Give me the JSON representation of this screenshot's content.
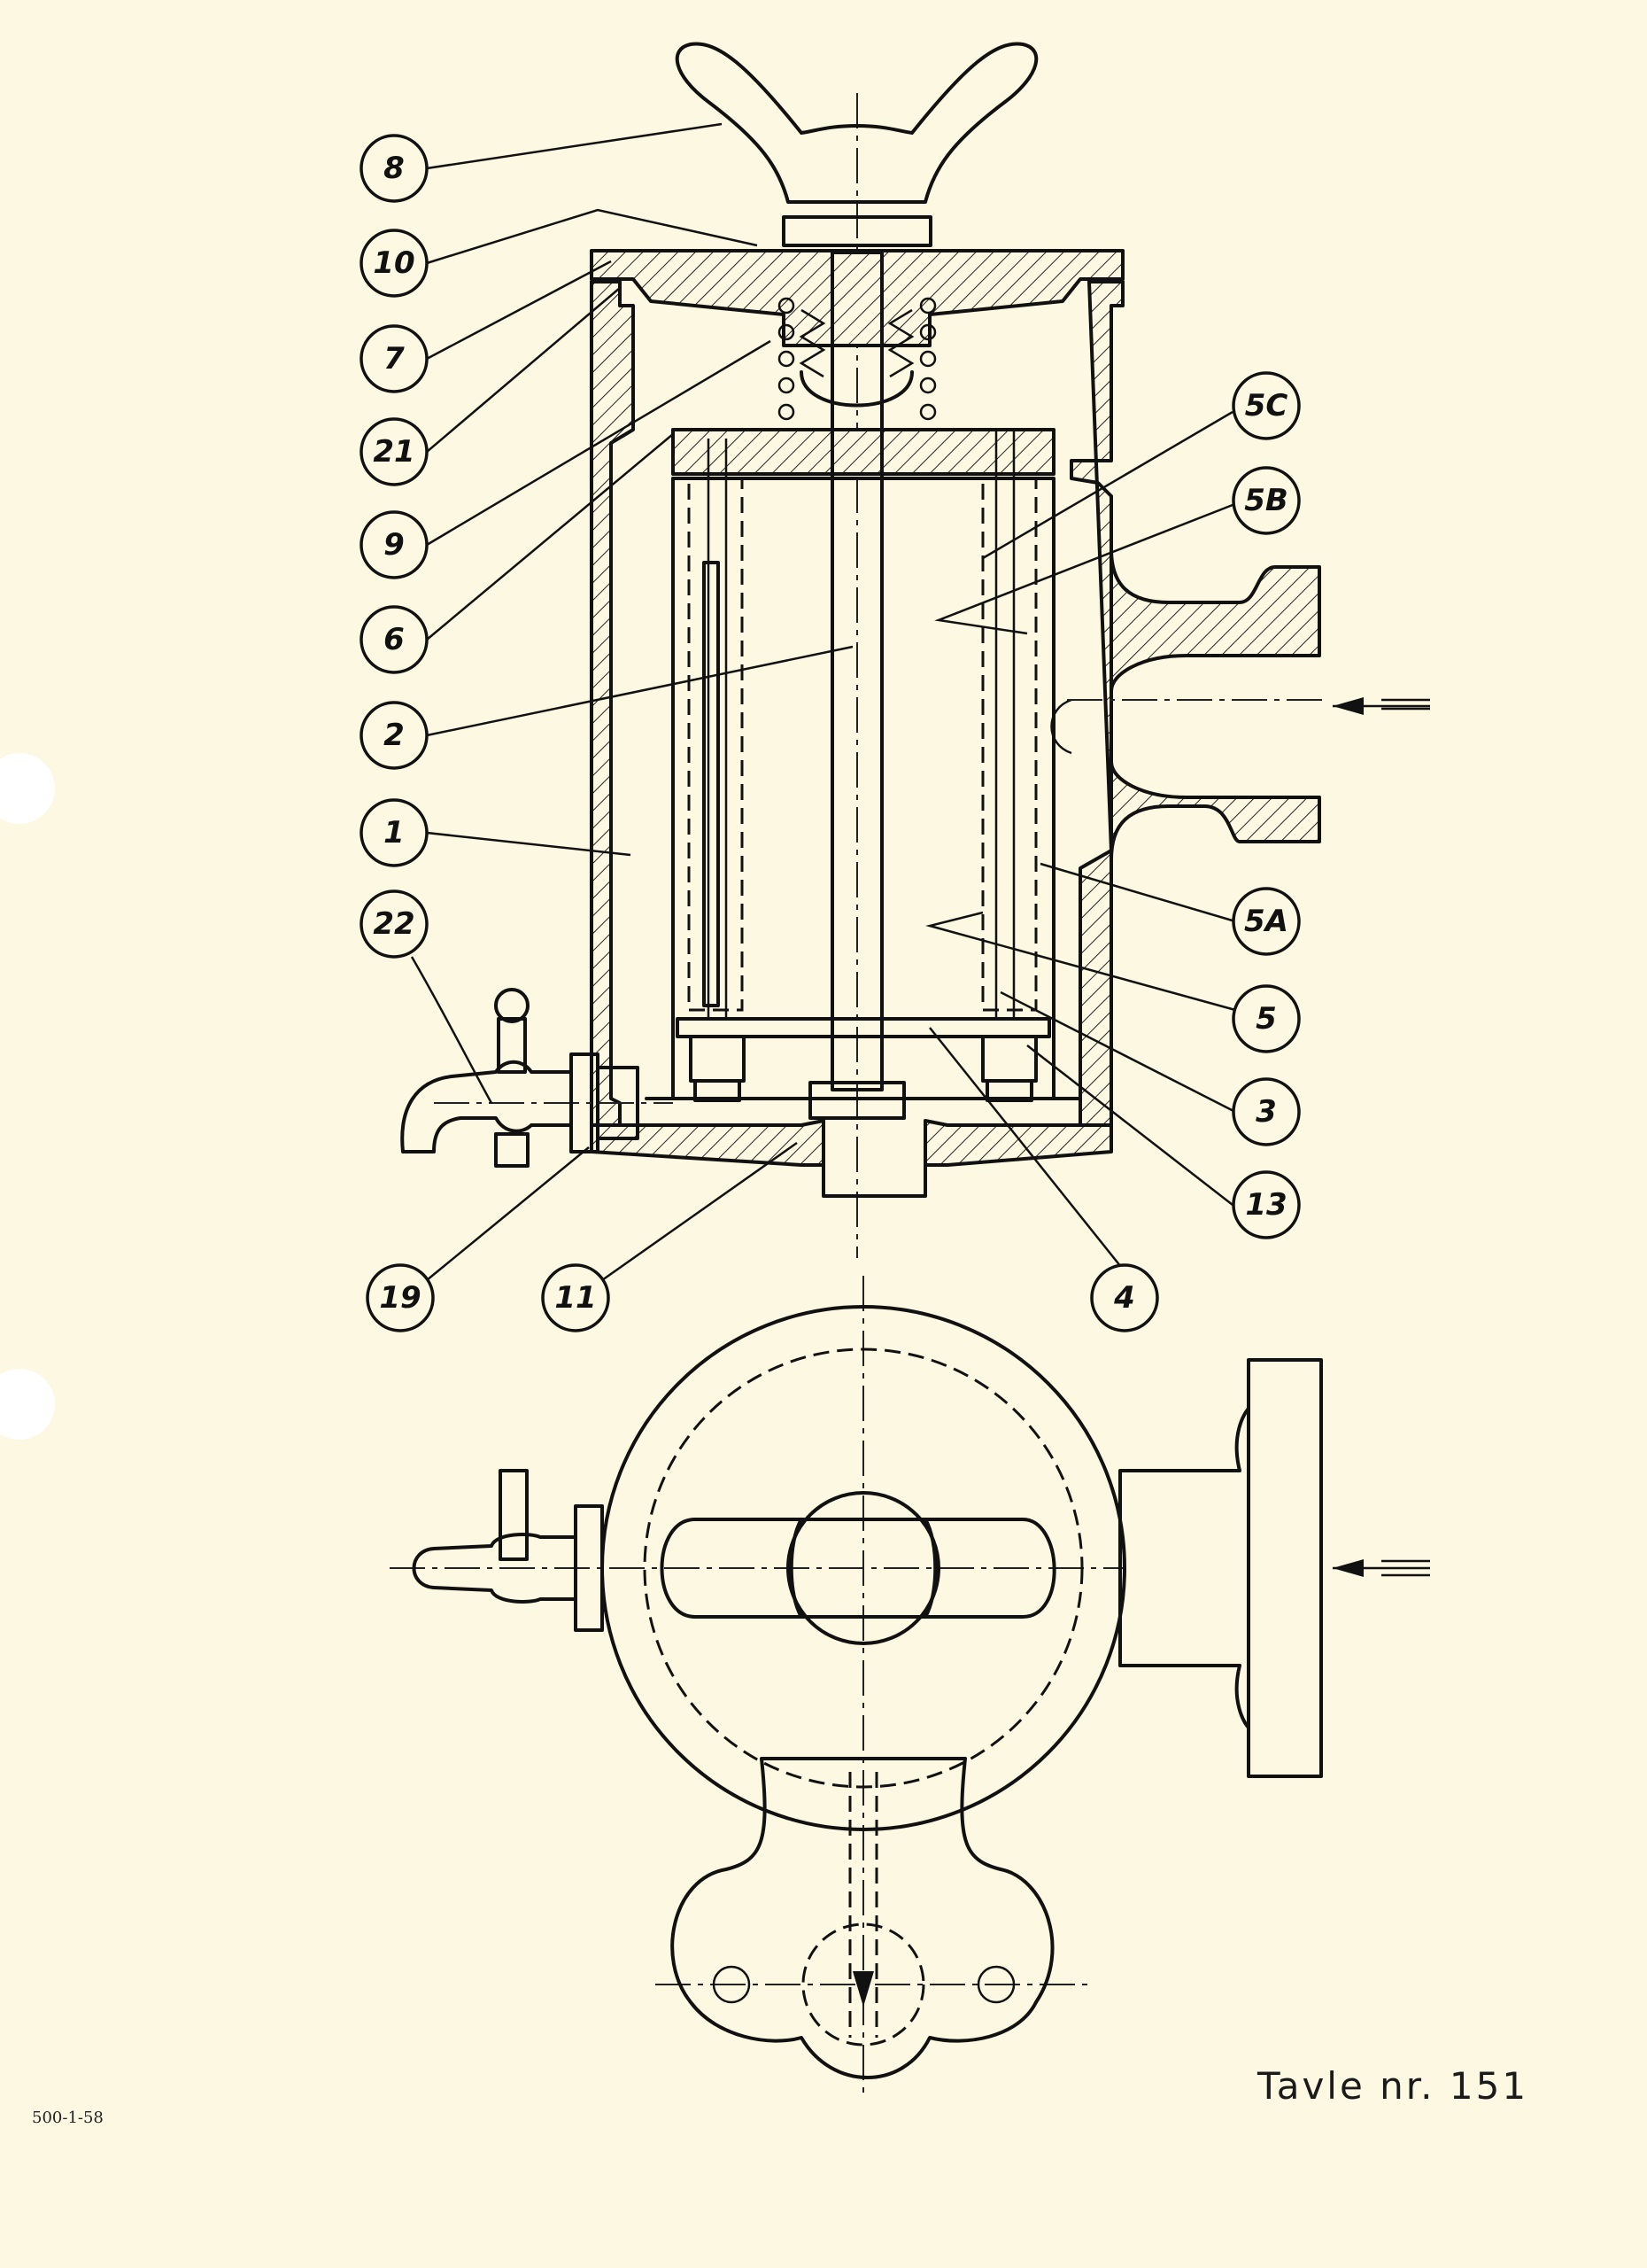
{
  "plate": {
    "number_label": "Tavle nr. 151",
    "print_code": "500-1-58"
  },
  "callouts": [
    {
      "id": "8",
      "label": "8"
    },
    {
      "id": "10",
      "label": "10"
    },
    {
      "id": "7",
      "label": "7"
    },
    {
      "id": "21",
      "label": "21"
    },
    {
      "id": "9",
      "label": "9"
    },
    {
      "id": "6",
      "label": "6"
    },
    {
      "id": "2",
      "label": "2"
    },
    {
      "id": "1",
      "label": "1"
    },
    {
      "id": "22",
      "label": "22"
    },
    {
      "id": "19",
      "label": "19"
    },
    {
      "id": "11",
      "label": "11"
    },
    {
      "id": "4",
      "label": "4"
    },
    {
      "id": "13",
      "label": "13"
    },
    {
      "id": "3",
      "label": "3"
    },
    {
      "id": "5",
      "label": "5"
    },
    {
      "id": "5A",
      "label": "5A"
    },
    {
      "id": "5B",
      "label": "5B"
    },
    {
      "id": "5C",
      "label": "5C"
    }
  ]
}
